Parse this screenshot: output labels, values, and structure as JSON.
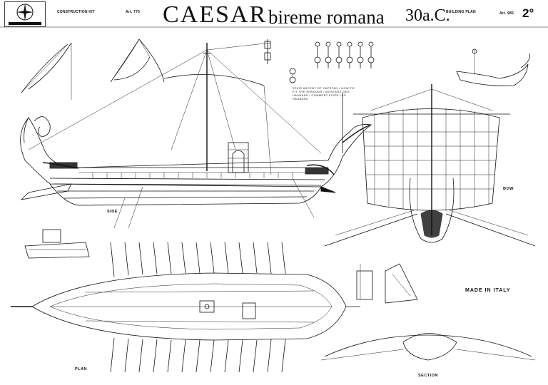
{
  "header": {
    "construction_kit": "CONSTRUCTION KIT",
    "art_left": "Art. 770",
    "title": "CAESAR",
    "subtitle": "bireme romana",
    "date": "30a.C.",
    "building_plan": "BUILDING PLAN",
    "art_right": "Art. 985",
    "sheet": "2°"
  },
  "views": {
    "side": "SIDE",
    "bow": "BOW",
    "plan": "PLAN",
    "section": "SECTION"
  },
  "made_in": "MADE IN ITALY",
  "notes": {
    "shrouds": "STAIR ASCENT OF CAPSTAN / HOW TO FIT THE SHROUDS / MONTAGE DES HAUBANS / COMMENT FIXER LES HAUBANS"
  },
  "icons": {
    "logo": "compass-rose-logo-icon"
  }
}
